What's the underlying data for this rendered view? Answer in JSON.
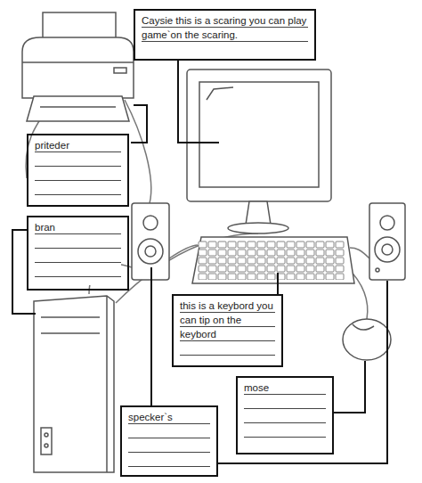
{
  "diagram": {
    "nodes": [
      {
        "text": [
          "Caysie this is a scaring you can play game`on the scaring."
        ]
      },
      {
        "text": [
          "priteder"
        ]
      },
      {
        "text": [
          "bran"
        ]
      },
      {
        "text": [
          "this is a keybord you can tip on the keybord"
        ]
      },
      {
        "text": [
          "mose"
        ]
      },
      {
        "text": [
          "specker`s"
        ]
      }
    ]
  }
}
